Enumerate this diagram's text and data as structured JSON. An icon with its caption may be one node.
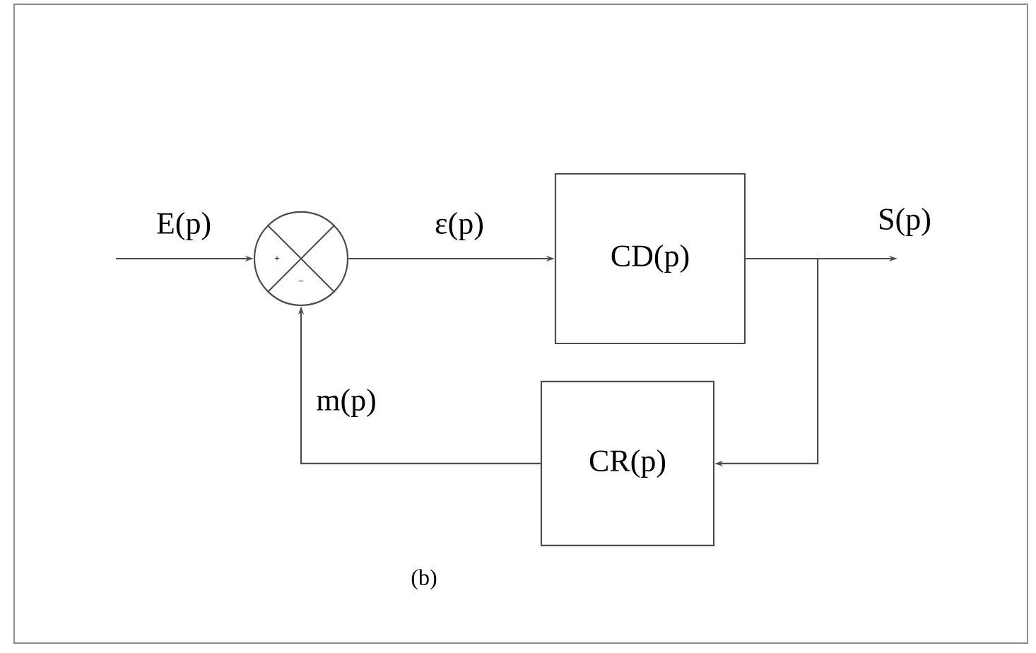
{
  "diagram": {
    "nodes": [
      {
        "text": [
          "+",
          "−"
        ]
      },
      {
        "text": [
          "CD(p)"
        ]
      },
      {
        "text": [
          "CR(p)"
        ]
      }
    ],
    "edges": [
      {
        "from": null,
        "to": 0,
        "arrow": "to",
        "label": "E(p)"
      },
      {
        "from": 0,
        "to": 1,
        "arrow": "to",
        "label": "ε(p)"
      },
      {
        "from": 1,
        "to": null,
        "arrow": "to",
        "label": "S(p)"
      },
      {
        "from": 1,
        "to": 2,
        "arrow": "to"
      },
      {
        "from": 2,
        "to": 0,
        "arrow": "to",
        "label": "m(p)"
      }
    ],
    "labels": [
      "(b)"
    ]
  }
}
